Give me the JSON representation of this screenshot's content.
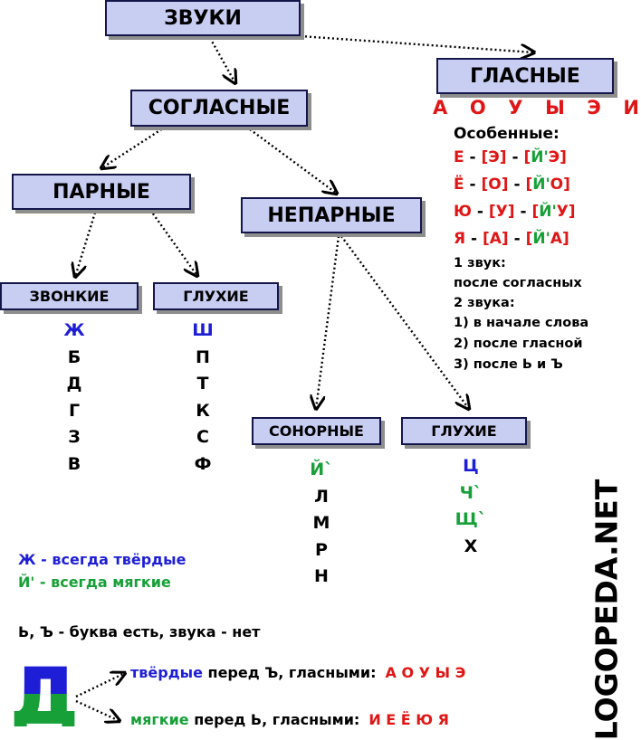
{
  "nodes": {
    "zvuki": "ЗВУКИ",
    "glasnye": "ГЛАСНЫЕ",
    "soglasnye": "СОГЛАСНЫЕ",
    "parnye": "ПАРНЫЕ",
    "neparnye": "НЕПАРНЫЕ",
    "zvonkie": "ЗВОНКИЕ",
    "gluhie_parnye": "ГЛУХИЕ",
    "sonornye": "СОНОРНЫЕ",
    "gluhie_neparnye": "ГЛУХИЕ"
  },
  "vowels": [
    "А",
    "О",
    "У",
    "Ы",
    "Э",
    "И"
  ],
  "special": {
    "heading": "Особенные:",
    "rows": [
      {
        "letter": "Е",
        "dash1": " - ",
        "sound1": "[Э]",
        "dash2": " - ",
        "sound2_open": "[",
        "sound2_j": "Й'",
        "sound2_v": "Э",
        "sound2_close": "]"
      },
      {
        "letter": "Ё",
        "dash1": " - ",
        "sound1": "[О]",
        "dash2": " - ",
        "sound2_open": "[",
        "sound2_j": "Й'",
        "sound2_v": "О",
        "sound2_close": "]"
      },
      {
        "letter": "Ю",
        "dash1": " - ",
        "sound1": "[У]",
        "dash2": " - ",
        "sound2_open": "[",
        "sound2_j": "Й'",
        "sound2_v": "У",
        "sound2_close": "]"
      },
      {
        "letter": "Я",
        "dash1": " - ",
        "sound1": "[А]",
        "dash2": " - ",
        "sound2_open": "[",
        "sound2_j": "Й'",
        "sound2_v": "А",
        "sound2_close": "]"
      }
    ],
    "notes": [
      "1 звук:",
      "после согласных",
      "2 звука:",
      "1) в начале слова",
      "2) после гласной",
      "3) после Ь и Ъ"
    ]
  },
  "zvonkie_letters": [
    "Ж",
    "Б",
    "Д",
    "Г",
    "З",
    "В"
  ],
  "gluhie_letters": [
    "Ш",
    "П",
    "Т",
    "К",
    "С",
    "Ф"
  ],
  "sonornye_letters": [
    "Й`",
    "Л",
    "М",
    "Р",
    "Н"
  ],
  "gluhie_neparnye_letters": [
    "Ц",
    "Ч`",
    "Щ`",
    "Х"
  ],
  "legend": {
    "zh_letter": "Ж",
    "zh_text": " - всегда твёрдые",
    "j_letter": "Й'",
    "j_text": " - всегда мягкие",
    "signs": "Ь, Ъ - буква есть, звука - нет"
  },
  "bottom": {
    "big_letter": "Д",
    "hard_word": "твёрдые",
    "hard_rest": " перед Ъ, гласными:",
    "hard_vowels": "А О У Ы Э",
    "soft_word": "мягкие",
    "soft_rest": " перед Ь, гласными:",
    "soft_vowels": "И Е Ё Ю Я"
  },
  "watermark": "LOGOPEDA.NET",
  "colors": {
    "box_fill": "#c8cdf2",
    "box_border": "#14164a",
    "shadow": "#8e8e8e",
    "blue": "#1e1ed6",
    "red": "#e01616",
    "green": "#17a038"
  }
}
